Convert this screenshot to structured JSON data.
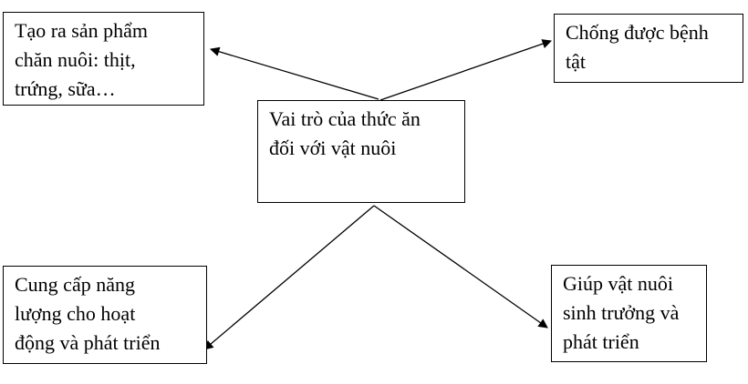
{
  "diagram": {
    "title": "Vai trò của thức ăn đối với vật nuôi",
    "colors": {
      "border": "#000000",
      "text": "#000000",
      "background": "#ffffff",
      "arrow": "#000000"
    },
    "center": {
      "text": "Vai trò của thức ăn đối với vật nuôi",
      "lines": [
        "Vai trò của thức ăn",
        "đối với vật nuôi"
      ]
    },
    "nodes": [
      {
        "id": "top-left",
        "text": "Tạo ra sản phẩm chăn nuôi: thịt, trứng, sữa…",
        "lines": [
          "Tạo ra sản phẩm",
          "chăn nuôi: thịt,",
          "trứng, sữa…"
        ]
      },
      {
        "id": "top-right",
        "text": "Chống được bệnh tật",
        "lines": [
          "Chống được bệnh",
          "tật",
          ""
        ]
      },
      {
        "id": "bottom-left",
        "text": "Cung cấp năng lượng cho hoạt động và phát triển",
        "lines": [
          "Cung cấp năng",
          "lượng cho hoạt",
          "động và phát triển"
        ]
      },
      {
        "id": "bottom-right",
        "text": "Giúp vật nuôi sinh trưởng và phát triển",
        "lines": [
          "Giúp vật nuôi",
          "sinh trưởng và",
          "phát triển"
        ]
      }
    ]
  }
}
